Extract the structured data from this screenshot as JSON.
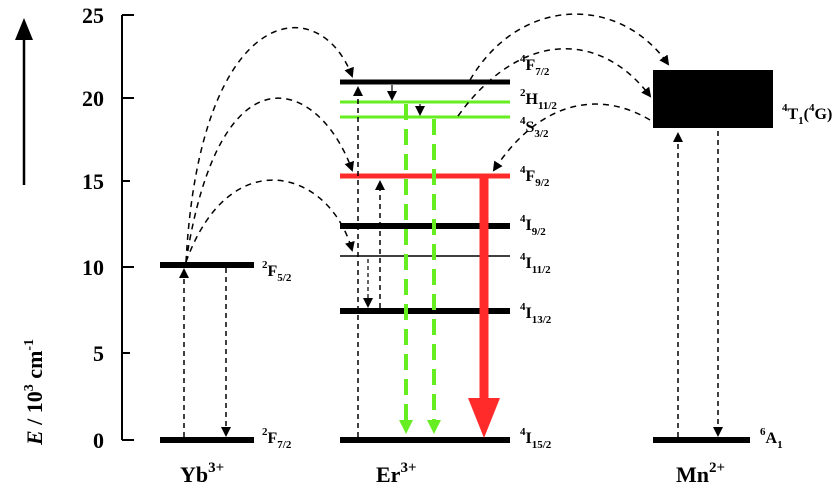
{
  "y_axis": {
    "label_var": "E",
    "label_unit_base": " / 10",
    "label_unit_exp": "3",
    "label_unit_mid": " cm",
    "label_unit_exp2": "-1",
    "ticks": [
      "0",
      "5",
      "10",
      "15",
      "20",
      "25"
    ]
  },
  "ions": [
    {
      "base": "Yb",
      "sup": "3+"
    },
    {
      "base": "Er",
      "sup": "3+"
    },
    {
      "base": "Mn",
      "sup": "2+"
    }
  ],
  "levels": {
    "yb_2F52": {
      "pre": "2",
      "main": "F",
      "sub": "5/2"
    },
    "yb_2F72": {
      "pre": "2",
      "main": "F",
      "sub": "7/2"
    },
    "er_4F72": {
      "pre": "4",
      "main": "F",
      "sub": "7/2"
    },
    "er_2H112": {
      "pre": "2",
      "main": "H",
      "sub": "11/2"
    },
    "er_4S32": {
      "pre": "4",
      "main": "S",
      "sub": "3/2"
    },
    "er_4F92": {
      "pre": "4",
      "main": "F",
      "sub": "9/2"
    },
    "er_4I92": {
      "pre": "4",
      "main": "I",
      "sub": "9/2"
    },
    "er_4I112": {
      "pre": "4",
      "main": "I",
      "sub": "11/2"
    },
    "er_4I132": {
      "pre": "4",
      "main": "I",
      "sub": "13/2"
    },
    "er_4I152": {
      "pre": "4",
      "main": "I",
      "sub": "15/2"
    },
    "mn_4T1": {
      "pre": "4",
      "main": "T",
      "sub": "1",
      "paren_pre": "4",
      "paren_main": "G"
    },
    "mn_6A1": {
      "pre": "6",
      "main": "A",
      "sub": "1"
    }
  },
  "colors": {
    "black": "#000000",
    "green": "#66ee22",
    "red": "#ff2a2a"
  }
}
